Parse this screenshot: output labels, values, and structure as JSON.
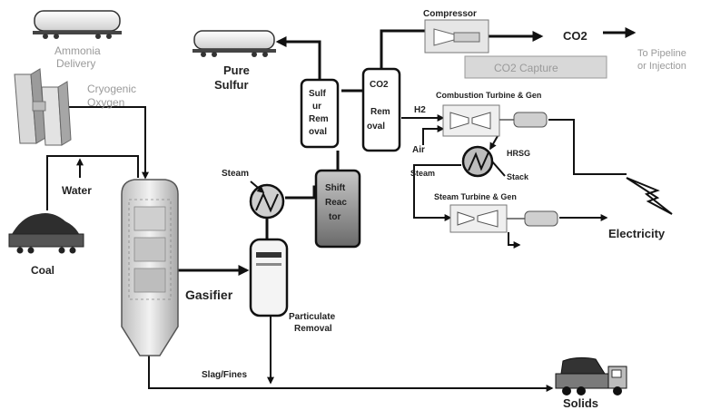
{
  "labels": {
    "ammonia_delivery": [
      "Ammonia",
      "Delivery"
    ],
    "cryogenic_oxygen": [
      "Cryogenic",
      "Oxygen"
    ],
    "water": "Water",
    "coal": "Coal",
    "gasifier": "Gasifier",
    "steam_left": "Steam",
    "particulate_removal": [
      "Particulate",
      "Removal"
    ],
    "slag_fines": "Slag/Fines",
    "solids": "Solids",
    "pure_sulfur": [
      "Pure",
      "Sulfur"
    ],
    "sulfur_removal": [
      "Sulf",
      "ur",
      "Rem",
      "oval"
    ],
    "shift_reactor": [
      "Shift",
      "Reac",
      "tor"
    ],
    "co2_removal": [
      "CO2",
      "Rem",
      "oval"
    ],
    "compressor": "Compressor",
    "co2_product": "CO2",
    "co2_capture": "CO2 Capture",
    "to_pipeline": [
      "To Pipeline",
      "or Injection"
    ],
    "combustion_turbine": "Combustion Turbine & Gen",
    "h2": "H2",
    "air": "Air",
    "hrsg": "HRSG",
    "stack": "Stack",
    "steam_right": "Steam",
    "steam_turbine": "Steam Turbine & Gen",
    "electricity": "Electricity"
  },
  "icons": [
    "rail-tank-car-icon",
    "air-separation-unit-icon",
    "coal-pile-icon",
    "gasifier-vessel-icon",
    "heat-exchanger-icon",
    "particulate-filter-icon",
    "shift-reactor-icon",
    "sulfur-railcar-icon",
    "compressor-icon",
    "gas-turbine-icon",
    "steam-turbine-icon",
    "generator-icon",
    "lightning-bolt-icon",
    "dump-truck-icon"
  ]
}
